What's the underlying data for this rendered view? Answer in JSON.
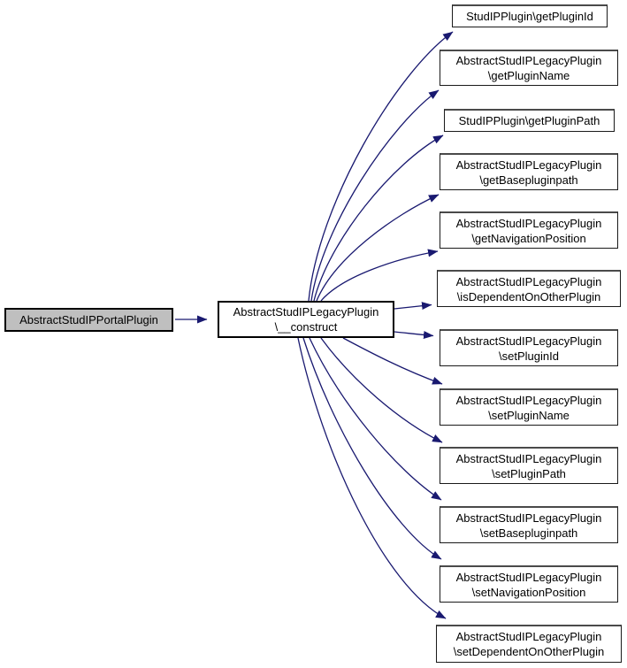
{
  "diagram": {
    "type": "call-graph",
    "colors": {
      "edge": "#191970",
      "root_fill": "#bfbfbf",
      "node_fill": "#ffffff",
      "node_border": "#1a1a1a",
      "background": "#ffffff"
    },
    "root_node": {
      "label": "AbstractStudIPPortalPlugin"
    },
    "center_node": {
      "line1": "AbstractStudIPLegacyPlugin",
      "line2": "\\__construct"
    },
    "callees": [
      {
        "line1": "StudIPPlugin\\getPluginId"
      },
      {
        "line1": "AbstractStudIPLegacyPlugin",
        "line2": "\\getPluginName"
      },
      {
        "line1": "StudIPPlugin\\getPluginPath"
      },
      {
        "line1": "AbstractStudIPLegacyPlugin",
        "line2": "\\getBasepluginpath"
      },
      {
        "line1": "AbstractStudIPLegacyPlugin",
        "line2": "\\getNavigationPosition"
      },
      {
        "line1": "AbstractStudIPLegacyPlugin",
        "line2": "\\isDependentOnOtherPlugin"
      },
      {
        "line1": "AbstractStudIPLegacyPlugin",
        "line2": "\\setPluginId"
      },
      {
        "line1": "AbstractStudIPLegacyPlugin",
        "line2": "\\setPluginName"
      },
      {
        "line1": "AbstractStudIPLegacyPlugin",
        "line2": "\\setPluginPath"
      },
      {
        "line1": "AbstractStudIPLegacyPlugin",
        "line2": "\\setBasepluginpath"
      },
      {
        "line1": "AbstractStudIPLegacyPlugin",
        "line2": "\\setNavigationPosition"
      },
      {
        "line1": "AbstractStudIPLegacyPlugin",
        "line2": "\\setDependentOnOtherPlugin"
      }
    ]
  }
}
